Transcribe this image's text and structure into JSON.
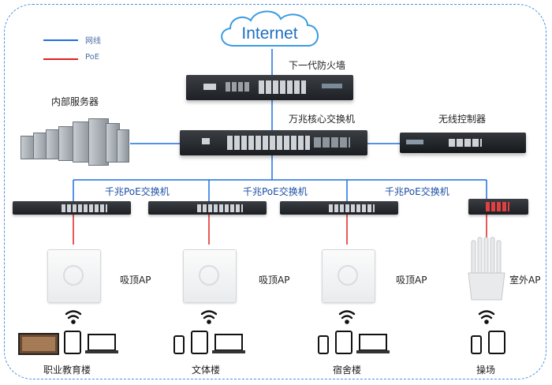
{
  "legend": {
    "network_label": "网线",
    "poe_label": "PoE",
    "network_color": "#1f6fe0",
    "poe_color": "#e02020"
  },
  "cloud": {
    "label": "Internet"
  },
  "nodes": {
    "firewall": "下一代防火墙",
    "core_switch": "万兆核心交换机",
    "servers": "内部服务器",
    "wireless_controller": "无线控制器",
    "poe_switch_1": "千兆PoE交换机",
    "poe_switch_2": "千兆PoE交换机",
    "poe_switch_3": "千兆PoE交换机",
    "ap_1": "吸顶AP",
    "ap_2": "吸顶AP",
    "ap_3": "吸顶AP",
    "ap_outdoor": "室外AP"
  },
  "locations": {
    "loc_1": "职业教育楼",
    "loc_2": "文体楼",
    "loc_3": "宿舍楼",
    "loc_4": "操场"
  },
  "icons": [
    "cloud-icon",
    "firewall-icon",
    "server-rack-icon",
    "switch-icon",
    "controller-icon",
    "access-point-icon",
    "outdoor-antenna-icon",
    "wifi-signal-icon",
    "phone-icon",
    "tablet-icon",
    "laptop-icon",
    "tv-icon"
  ]
}
